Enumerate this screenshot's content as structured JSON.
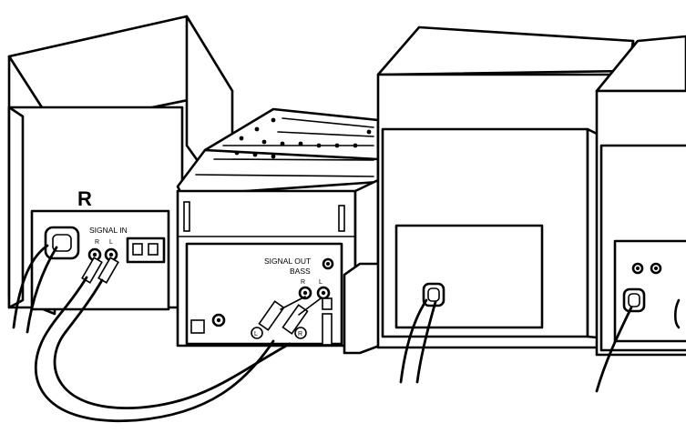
{
  "labels": {
    "speaker_r": "R",
    "signal_in": "SIGNAL IN",
    "signal_out": "SIGNAL OUT",
    "bass": "BASS",
    "jack_r": "R",
    "jack_l": "L",
    "plug_l": "L",
    "plug_r": "R"
  }
}
